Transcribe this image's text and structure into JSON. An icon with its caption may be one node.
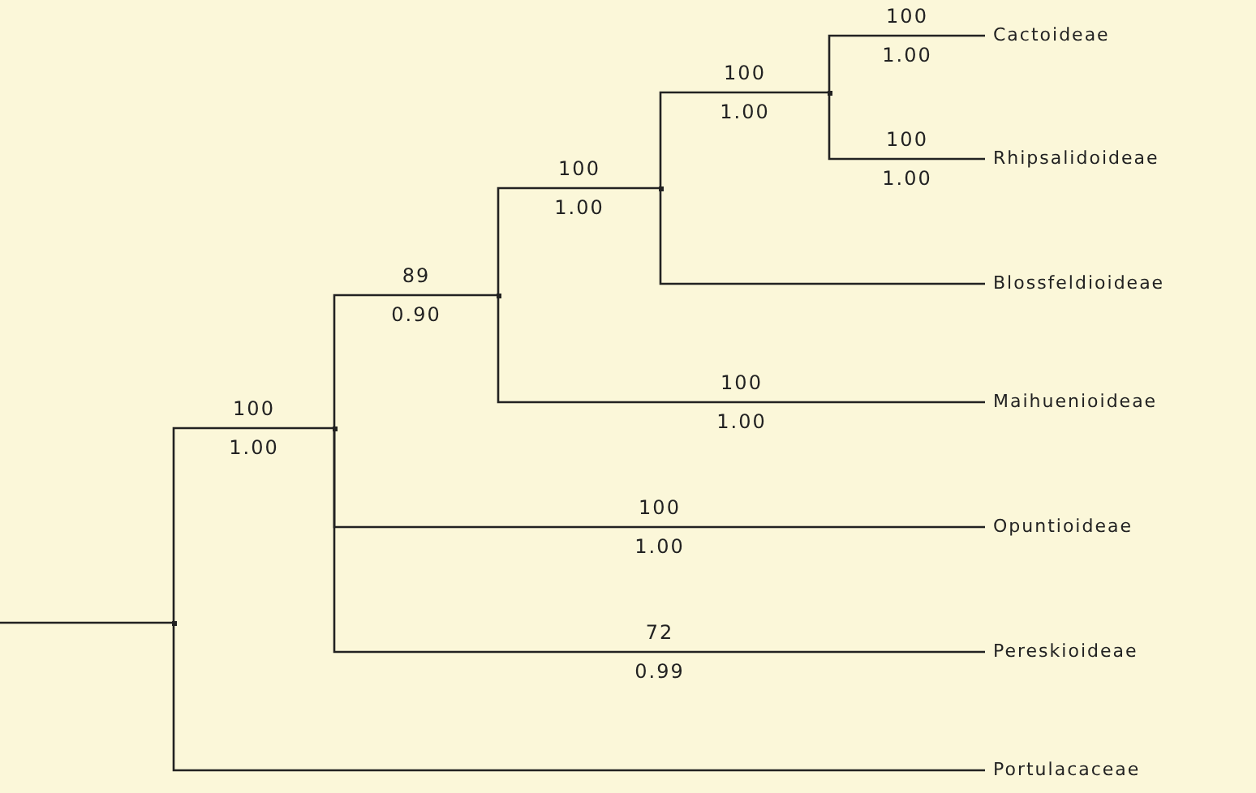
{
  "diagram": {
    "nodes": [
      {
        "text": [
          "Cactoideae"
        ]
      },
      {
        "text": [
          "Rhipsalidoideae"
        ]
      },
      {
        "text": [
          "Blossfeldioideae"
        ]
      },
      {
        "text": [
          "Maihuenioideae"
        ]
      },
      {
        "text": [
          "Opuntioideae"
        ]
      },
      {
        "text": [
          "Pereskioideae"
        ]
      },
      {
        "text": [
          "Portulacaceae"
        ]
      },
      {
        "text": [],
        "shape": "point"
      },
      {
        "text": [],
        "shape": "point"
      },
      {
        "text": [],
        "shape": "point"
      },
      {
        "text": [],
        "shape": "point"
      },
      {
        "text": [],
        "shape": "point"
      }
    ],
    "edges": [
      {
        "from": null,
        "to": 7,
        "arrow": "none"
      },
      {
        "from": 7,
        "to": 8,
        "arrow": "none",
        "label": "100 1.00"
      },
      {
        "from": 7,
        "to": 6,
        "arrow": "none"
      },
      {
        "from": 8,
        "to": 9,
        "arrow": "none",
        "label": "89 0.90"
      },
      {
        "from": 8,
        "to": 4,
        "arrow": "none",
        "label": "100 1.00"
      },
      {
        "from": 8,
        "to": 5,
        "arrow": "none",
        "label": "72 0.99"
      },
      {
        "from": 9,
        "to": 10,
        "arrow": "none",
        "label": "100 1.00"
      },
      {
        "from": 9,
        "to": 3,
        "arrow": "none",
        "label": "100 1.00"
      },
      {
        "from": 10,
        "to": 11,
        "arrow": "none",
        "label": "100 1.00"
      },
      {
        "from": 10,
        "to": 2,
        "arrow": "none"
      },
      {
        "from": 11,
        "to": 0,
        "arrow": "none",
        "label": "100 1.00"
      },
      {
        "from": 11,
        "to": 1,
        "arrow": "none",
        "label": "100 1.00"
      }
    ]
  }
}
